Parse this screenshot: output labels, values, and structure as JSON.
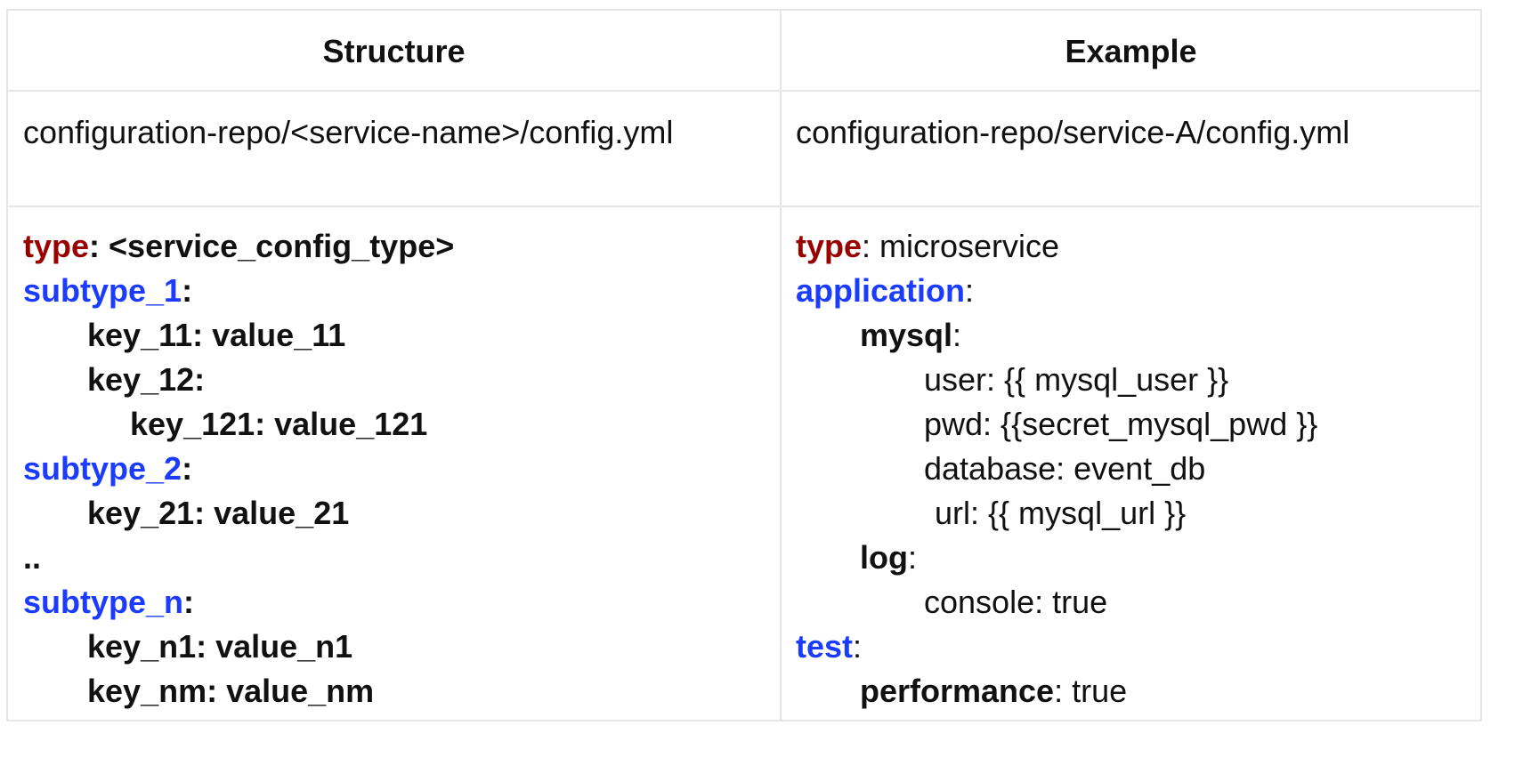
{
  "header": {
    "structure": "Structure",
    "example": "Example"
  },
  "paths": {
    "structure": "configuration-repo/<service-name>/config.yml",
    "example": "configuration-repo/service-A/config.yml"
  },
  "structure_code": {
    "type_key": "type",
    "type_rest": ": <service_config_type>",
    "subtype_1": "subtype_1",
    "subtype_1_colon": ":",
    "key_11": "key_11: value_11",
    "key_12": "key_12:",
    "key_121": "key_121: value_121",
    "subtype_2": "subtype_2",
    "subtype_2_colon": ":",
    "key_21": "key_21: value_21",
    "ellipsis": "..",
    "subtype_n": "subtype_n",
    "subtype_n_colon": ":",
    "key_n1": "key_n1: value_n1",
    "key_nm": "key_nm: value_nm"
  },
  "example_code": {
    "type_key": "type",
    "type_rest": ": microservice",
    "application": "application",
    "application_colon": ":",
    "mysql": "mysql",
    "mysql_colon": ":",
    "user": "user: {{ mysql_user }}",
    "pwd": "pwd: {{secret_mysql_pwd }}",
    "database": "database: event_db",
    "url": "url: {{ mysql_url }}",
    "log": "log",
    "log_colon": ":",
    "console": "console: true",
    "test": "test",
    "test_colon": ":",
    "performance": "performance",
    "performance_rest": ": true"
  },
  "colors": {
    "type_key": "#990000",
    "section_key": "#1b3bff",
    "border": "#e6e6e6"
  }
}
